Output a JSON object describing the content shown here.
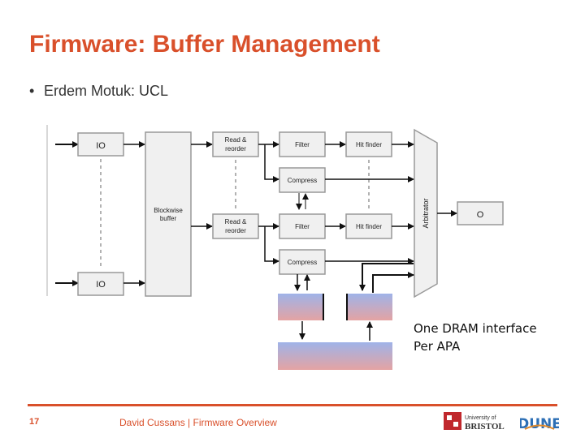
{
  "slide": {
    "title": "Firmware: Buffer Management",
    "bullet": "Erdem Motuk: UCL",
    "note_line1": "One DRAM interface",
    "note_line2": "Per APA",
    "page_number": "17",
    "footer": "David Cussans | Firmware Overview",
    "accent_color": "#d9502b"
  },
  "diagram": {
    "io_top": "IO",
    "io_bottom": "IO",
    "buffer_line1": "Blockwise",
    "buffer_line2": "buffer",
    "read_top_line1": "Read &",
    "read_top_line2": "reorder",
    "read_bottom_line1": "Read &",
    "read_bottom_line2": "reorder",
    "filter_top": "Filter",
    "filter_bottom": "Filter",
    "hitfinder_top": "Hit finder",
    "hitfinder_bottom": "Hit finder",
    "compress_top": "Compress",
    "compress_bottom": "Compress",
    "arbitrator": "Arbitrator",
    "output": "O"
  },
  "logos": {
    "bristol_line1": "University of",
    "bristol_line2": "BRISTOL",
    "dune": "DUNE"
  }
}
